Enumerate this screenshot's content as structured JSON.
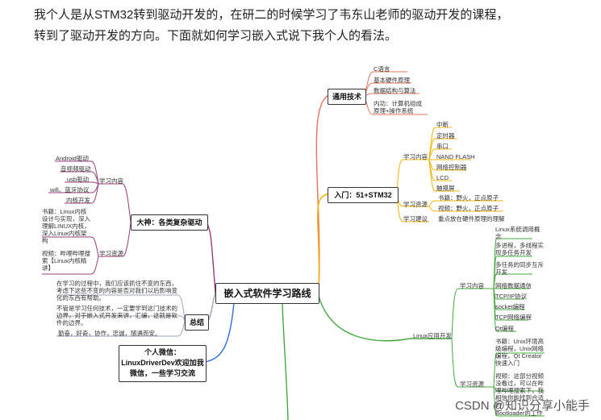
{
  "intro": {
    "line1": "我个人是从STM32转到驱动开发的，在研二的时候学习了韦东山老师的驱动开发的课程，",
    "line2": "转到了驱动开发的方向。下面就如何学习嵌入式说下我个人的看法。"
  },
  "mindmap": {
    "center": "嵌入式软件学习路线",
    "general": {
      "title": "通用技术",
      "items": [
        "C语言",
        "基本硬件原理",
        "数据结构与算法",
        "内功：计算机组成原理+操作系统"
      ]
    },
    "intro51": {
      "title": "入门：51+STM32",
      "content_label": "学习内容",
      "content": [
        "中断",
        "定时器",
        "串口",
        "NAND FLASH",
        "网络控制器",
        "LCD",
        "触摸屏"
      ],
      "resource_label": "学习资源",
      "resources": [
        "书籍：野火，正点原子",
        "视频：野火，正点原子"
      ],
      "suggest_label": "学习建议",
      "suggest": "重点放在硬件原理的理解"
    },
    "master": {
      "title": "大神：各类复杂驱动",
      "content_label": "学习内容",
      "content": [
        "Android驱动",
        "音视频驱动",
        "usb驱动",
        "wifi、蓝牙协议",
        "内核开发"
      ],
      "resource_label": "学习资源",
      "books": "书籍：Linux内核设计与实现，深入理解LINUX内核，深入Linux内核架构",
      "video": "视频：哔哩哔哩搜索【Linux内核精讲】"
    },
    "summary": {
      "title": "总结",
      "items": [
        "在学习的过程中，我们应该抓住不变的东西，考虑下这些不变的内容是否对我们以后影响变化的东西有帮助。",
        "不管是学习任何技术，一定要学到这门技术的边界，对于嵌入式开发来讲，汇编，这就是软件的边界。",
        "勤奋，好奇，协作，忠诚，随遇而安。"
      ]
    },
    "wechat": "个人微信：LinuxDriverDev欢迎加我微信，一些学习交流",
    "linux_app": {
      "title": "Linux应用开发",
      "content_label": "学习内容",
      "content": [
        "Linux系统调用概念",
        "多进程，多线程实现多任务开发",
        "多任务的同步互斥开发",
        "网络数据通信",
        "TCP/IP协议",
        "socket编程",
        "TCP网络编程",
        "Qt编程"
      ],
      "resource_label": "学习资源",
      "resources": [
        "书籍：Unix环境高级编程，Unix网络编程，Qt Creator快速入门",
        "视频：这部分视频没看过，可以在哔哩哔哩搜索下，我相信你能找到合适的",
        "Bootloader的工作"
      ]
    }
  },
  "watermark": "CSDN @知识分享小能手",
  "colors": {
    "general": "#e8705a",
    "intro51": "#f0b400",
    "master": "#9a3c7c",
    "summary": "#9aa3b8",
    "wechat": "#2f6fd0",
    "linux": "#44a83e",
    "text": "#222222"
  }
}
